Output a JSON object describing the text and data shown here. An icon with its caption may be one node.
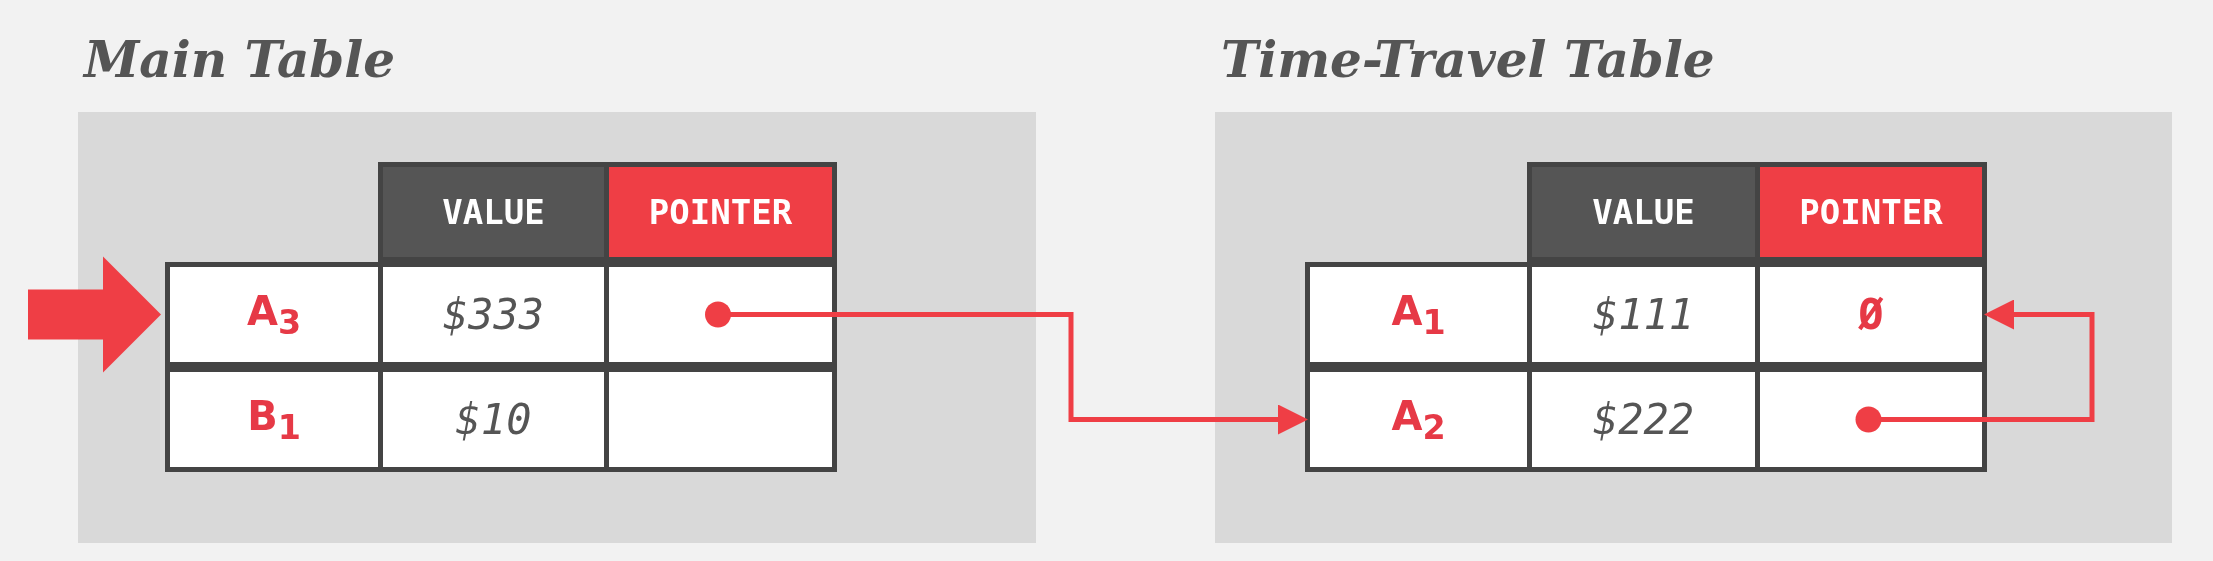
{
  "diagram": {
    "nodes": [
      {
        "text": [
          "Main Table"
        ]
      },
      {
        "text": [
          "A$_{3}$",
          "$333"
        ],
        "in": 0
      },
      {
        "text": [
          "B$_{1}$",
          "$10"
        ],
        "in": 0
      },
      {
        "text": [
          "Time-Travel Table"
        ]
      },
      {
        "text": [
          "A$_{1}$",
          "$111",
          "Ø"
        ],
        "in": 3
      },
      {
        "text": [
          "A$_{2}$",
          "$222"
        ],
        "in": 3
      }
    ],
    "edges": [
      {
        "from": null,
        "to": 1,
        "arrow": "to",
        "style": "thick"
      },
      {
        "from": 1,
        "to": 5,
        "arrow": "to"
      },
      {
        "from": 5,
        "to": 4,
        "arrow": "to"
      }
    ],
    "labels": [
      "VALUE",
      "POINTER",
      "VALUE",
      "POINTER"
    ]
  }
}
